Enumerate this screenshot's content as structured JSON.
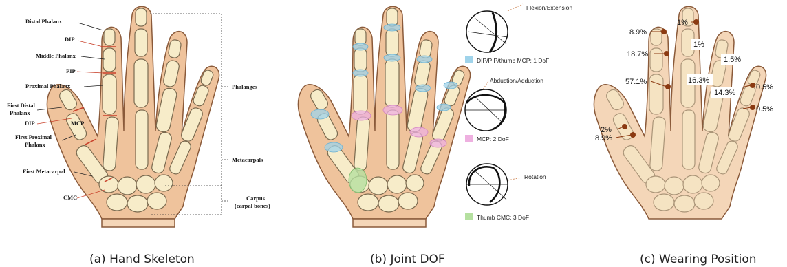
{
  "panel_a": {
    "caption": "(a) Hand Skeleton",
    "labels": {
      "distal_phalanx": "Distal Phalanx",
      "dip": "DIP",
      "middle_phalanx": "Middle Phalanx",
      "pip": "PIP",
      "proximal_phalanx": "Proximal Phalanx",
      "first_distal_1": "First Distal",
      "first_distal_2": "Phalanx",
      "dip2": "DIP",
      "mcp": "MCP",
      "first_proximal_1": "First Proximal",
      "first_proximal_2": "Phalanx",
      "first_metacarpal": "First Metacarpal",
      "cmc": "CMC",
      "phalanges": "Phalanges",
      "metacarpals": "Metacarpals",
      "carpus_1": "Carpus",
      "carpus_2": "(carpal bones)"
    }
  },
  "panel_b": {
    "caption": "(b) Joint DOF",
    "motions": {
      "flexion": "Flexion/Extension",
      "abduction": "Abduction/Adduction",
      "rotation": "Rotation"
    },
    "legend": [
      {
        "label": "DIP/PIP/thumb MCP: 1 DoF",
        "color": "#9fd3ea"
      },
      {
        "label": "MCP: 2 DoF",
        "color": "#eeb0e0"
      },
      {
        "label": "Thumb CMC: 3 DoF",
        "color": "#b5e0a0"
      }
    ]
  },
  "panel_c": {
    "caption": "(c) Wearing Position",
    "marker_color": "#8b3a12",
    "percentages": {
      "index_distal": "8.9%",
      "index_middle": "18.7%",
      "index_proximal": "57.1%",
      "middle_tip": "1%",
      "middle_middle": "1%",
      "middle_proximal": "16.3%",
      "ring_middle": "1.5%",
      "ring_proximal": "14.3%",
      "little_a": "0.5%",
      "little_b": "0.5%",
      "thumb_distal": "2%",
      "thumb_proximal": "8.9%"
    }
  }
}
